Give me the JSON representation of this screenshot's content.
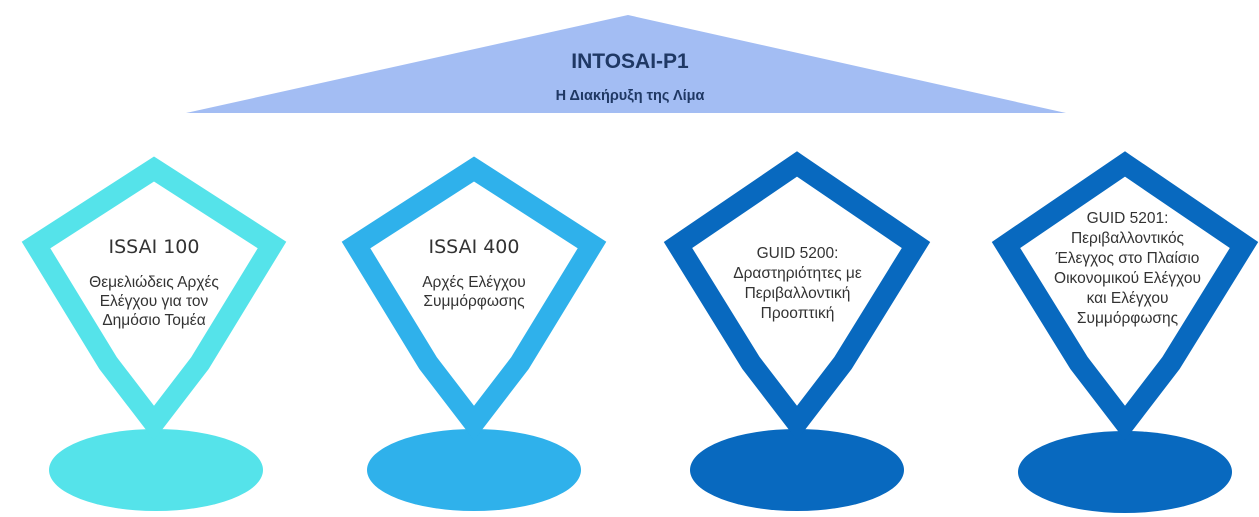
{
  "roof": {
    "title": "INTOSAI-P1",
    "subtitle": "Η Διακήρυξη της Λίμα",
    "color": "#a3bdf3"
  },
  "pillars": [
    {
      "title": "ISSAI 100",
      "lines": [
        "Θεμελιώδεις Αρχές",
        "Ελέγχου για τον",
        "Δημόσιο Τομέα"
      ],
      "color": "#55e3ea"
    },
    {
      "title": "ISSAI 400",
      "lines": [
        "Αρχές Ελέγχου",
        "Συμμόρφωσης"
      ],
      "color": "#2fb1eb"
    },
    {
      "lines": [
        "GUID  5200:",
        "Δραστηριότητες με",
        "Περιβαλλοντική",
        "Προοπτική"
      ],
      "color": "#0869bf"
    },
    {
      "lines": [
        "GUID 5201:",
        "Περιβαλλοντικός",
        "Έλεγχος στο Πλαίσιο",
        "Οικονομικού Ελέγχου",
        "και Ελέγχου",
        "Συμμόρφωσης"
      ],
      "color": "#0869bf"
    }
  ]
}
